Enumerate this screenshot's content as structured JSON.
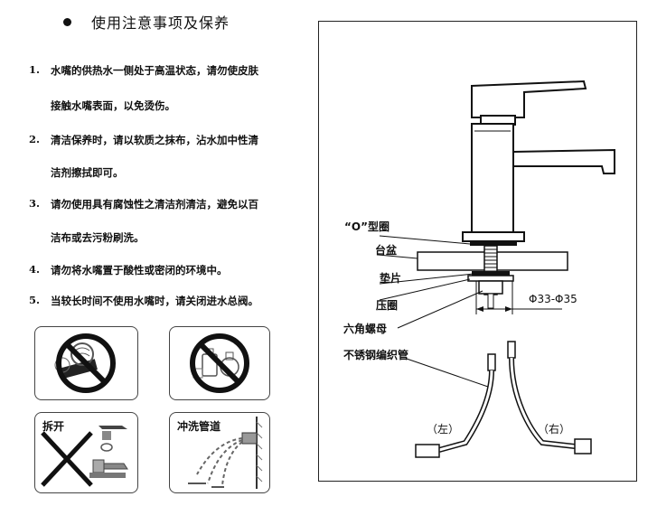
{
  "heading": "使用注意事项及保养",
  "notes": [
    {
      "num": "1.",
      "lines": [
        "水嘴的供热水一侧处于高温状态，请勿使皮肤",
        "接触水嘴表面，以免烫伤。"
      ]
    },
    {
      "num": "2.",
      "lines": [
        "清洁保养时，请以软质之抹布，沾水加中性清",
        "洁剂擦拭即可。"
      ]
    },
    {
      "num": "3.",
      "lines": [
        "请勿使用具有腐蚀性之清洁剂清洁，避免以百",
        "洁布或去污粉刷洗。"
      ]
    },
    {
      "num": "4.",
      "lines": [
        "请勿将水嘴置于酸性或密闭的环境中。"
      ]
    },
    {
      "num": "5.",
      "lines": [
        "当较长时间不使用水嘴时，请关闭进水总阀。"
      ]
    }
  ],
  "panels": {
    "disassemble_label": "拆开",
    "flush_label": "冲洗管道"
  },
  "diagram": {
    "o_ring": "“O”型圈",
    "basin": "台盆",
    "gasket": "垫片",
    "pressure_ring": "压圈",
    "hex_nut": "六角螺母",
    "hose": "不锈钢编织管",
    "hole_size": "Φ33-Φ35",
    "left": "（左）",
    "right": "（右）"
  }
}
